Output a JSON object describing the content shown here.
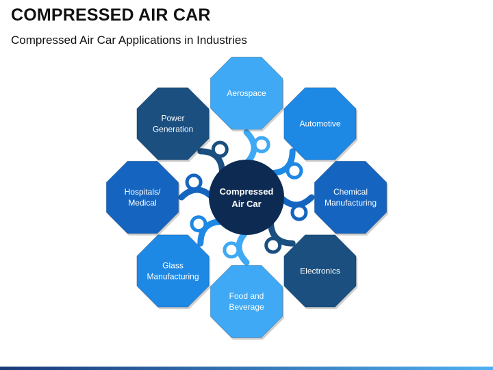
{
  "header": {
    "title": "COMPRESSED AIR CAR",
    "subtitle": "Compressed Air Car Applications in Industries"
  },
  "center": {
    "lines": [
      "Compressed",
      "Air Car"
    ]
  },
  "nodes": [
    {
      "id": "aerospace",
      "lines": [
        "Aerospace"
      ],
      "tone": "light"
    },
    {
      "id": "automotive",
      "lines": [
        "Automotive"
      ],
      "tone": "medium"
    },
    {
      "id": "chemical-manufacturing",
      "lines": [
        "Chemical",
        "Manufacturing"
      ],
      "tone": "medium-dark"
    },
    {
      "id": "electronics",
      "lines": [
        "Electronics"
      ],
      "tone": "dark"
    },
    {
      "id": "food-and-beverage",
      "lines": [
        "Food and",
        "Beverage"
      ],
      "tone": "light"
    },
    {
      "id": "glass-manufacturing",
      "lines": [
        "Glass",
        "Manufacturing"
      ],
      "tone": "medium"
    },
    {
      "id": "hospitals-medical",
      "lines": [
        "Hospitals/",
        "Medical"
      ],
      "tone": "medium-dark"
    },
    {
      "id": "power-generation",
      "lines": [
        "Power",
        "Generation"
      ],
      "tone": "dark"
    }
  ],
  "colors": {
    "light": "#3FA9F5",
    "medium": "#1E88E5",
    "medium-dark": "#1565C0",
    "dark": "#1A4F80",
    "center": "#0D2B52",
    "title": "#111111",
    "bar_start": "#1A3A78",
    "bar_end": "#4FB0F0"
  }
}
